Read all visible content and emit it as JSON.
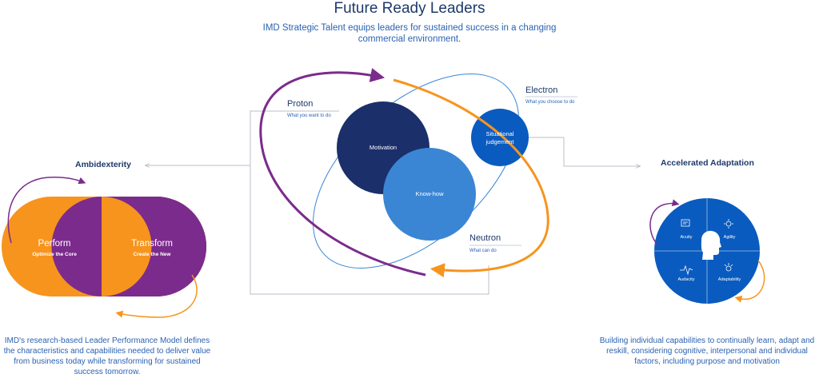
{
  "header": {
    "title": "Future Ready Leaders",
    "subtitle": "IMD Strategic Talent equips leaders for sustained success in a changing commercial environment."
  },
  "ambidexterity": {
    "label": "Ambidexterity",
    "perform": {
      "title": "Perform",
      "sub": "Optimize the Core"
    },
    "transform": {
      "title": "Transform",
      "sub": "Create the New"
    },
    "description": "IMD's research-based Leader Performance Model defines the characteristics and capabilities needed to deliver value from business today while transforming for sustained success tomorrow."
  },
  "atom": {
    "proton": {
      "label": "Proton",
      "sub": "What you want to do"
    },
    "electron": {
      "label": "Electron",
      "sub": "What you choose to do"
    },
    "neutron": {
      "label": "Neutron",
      "sub": "What can do"
    },
    "motivation": "Motivation",
    "knowhow": "Know-how",
    "situational": "Situational judgement"
  },
  "adaptation": {
    "label": "Accelerated Adaptation",
    "quadrants": [
      "Acuity",
      "Agility",
      "Audacity",
      "Adaptability"
    ],
    "description": "Building individual capabilities to continually learn, adapt and reskill, considering cognitive, interpersonal and individual factors, including purpose and motivation"
  },
  "colors": {
    "navy": "#1b2f6b",
    "royal": "#0a5bbf",
    "mid": "#3a86d4",
    "orange": "#f7941d",
    "purple": "#7b2b8c",
    "grey": "#b9bfc7"
  }
}
